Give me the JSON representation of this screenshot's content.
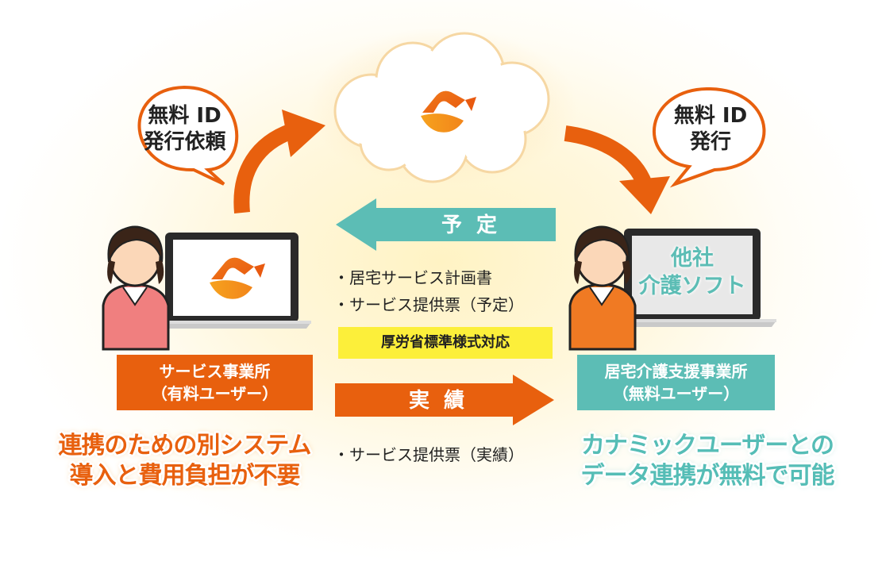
{
  "left_bubble": {
    "line1": "無料 ID",
    "line2": "発行依頼"
  },
  "right_bubble": {
    "line1": "無料 ID",
    "line2": "発行"
  },
  "schedule_arrow": {
    "label": "予定"
  },
  "actual_arrow": {
    "label": "実績"
  },
  "schedule_items": [
    "居宅サービス計画書",
    "サービス提供票（予定）"
  ],
  "standard_badge": "厚労省標準様式対応",
  "actual_items": [
    "サービス提供票（実績）"
  ],
  "left_box": {
    "line1": "サービス事業所",
    "line2": "（有料ユーザー）"
  },
  "right_box": {
    "line1": "居宅介護支援事業所",
    "line2": "（無料ユーザー）"
  },
  "right_screen": {
    "line1": "他社",
    "line2": "介護ソフト"
  },
  "left_tagline": {
    "line1": "連携のための別システム",
    "line2": "導入と費用負担が不要"
  },
  "right_tagline": {
    "line1": "カナミックユーザーとの",
    "line2": "データ連携が無料で可能"
  },
  "colors": {
    "orange": "#e8600e",
    "teal": "#5cbdb5",
    "yellow": "#fcef3a"
  }
}
